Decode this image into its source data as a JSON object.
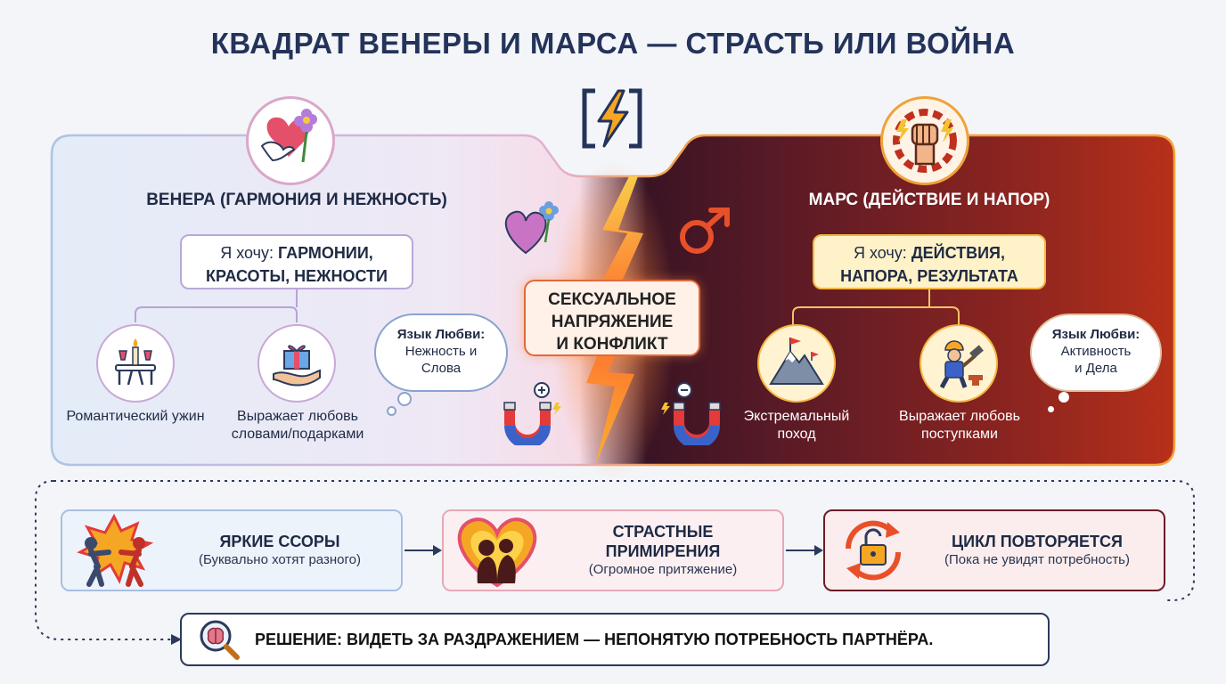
{
  "title": "КВАДРАТ ВЕНЕРЫ И МАРСА — СТРАСТЬ ИЛИ ВОЙНА",
  "venus": {
    "title": "ВЕНЕРА (ГАРМОНИЯ И НЕЖНОСТЬ)",
    "want_prefix": "Я хочу:",
    "want_line1": "ГАРМОНИИ,",
    "want_line2": "КРАСОТЫ, НЕЖНОСТИ",
    "item1": "Романтический ужин",
    "item2": "Выражает любовь словами/подарками",
    "love_lang_title": "Язык Любви:",
    "love_lang_text": "Нежность и Слова"
  },
  "mars": {
    "title": "МАРС (ДЕЙСТВИЕ И НАПОР)",
    "want_prefix": "Я хочу:",
    "want_line1": "ДЕЙСТВИЯ,",
    "want_line2": "НАПОРА, РЕЗУЛЬТАТА",
    "item1": "Экстремальный поход",
    "item2": "Выражает любовь поступками",
    "love_lang_title": "Язык Любви:",
    "love_lang_text": "Активность и Дела"
  },
  "center": {
    "line1": "СЕКСУАЛЬНОЕ",
    "line2": "НАПРЯЖЕНИЕ",
    "line3": "И КОНФЛИКТ"
  },
  "cycle": [
    {
      "title": "ЯРКИЕ ССОРЫ",
      "sub": "(Буквально хотят разного)"
    },
    {
      "title": "СТРАСТНЫЕ ПРИМИРЕНИЯ",
      "sub": "(Огромное притяжение)"
    },
    {
      "title": "ЦИКЛ ПОВТОРЯЕТСЯ",
      "sub": "(Пока не увидят потребность)"
    }
  ],
  "solution": "РЕШЕНИЕ: ВИДЕТЬ ЗА РАЗДРАЖЕНИЕМ — НЕПОНЯТУЮ ПОТРЕБНОСТЬ ПАРТНЁРА.",
  "icons": {
    "venus_emblem": "heart-dove-flower-icon",
    "mars_emblem": "fist-gear-lightning-icon",
    "center_emblem": "lightning-bracket-icon",
    "dinner": "candle-dinner-icon",
    "gift": "gift-hand-icon",
    "mountain": "mountain-flag-icon",
    "worker": "worker-hammer-icon",
    "heart": "heart-flower-icon",
    "mars_symbol": "mars-symbol-icon",
    "magnet_plus": "magnet-plus-icon",
    "magnet_minus": "magnet-minus-icon",
    "fight": "fight-icon",
    "couple": "couple-heart-icon",
    "cycle": "cycle-lock-icon",
    "brain": "brain-magnifier-icon"
  },
  "colors": {
    "venus_border": "#c7b6df",
    "mars_dark": "#5c1626",
    "mars_red": "#b8301c",
    "accent_orange": "#f08a2a",
    "navy": "#24335a"
  }
}
